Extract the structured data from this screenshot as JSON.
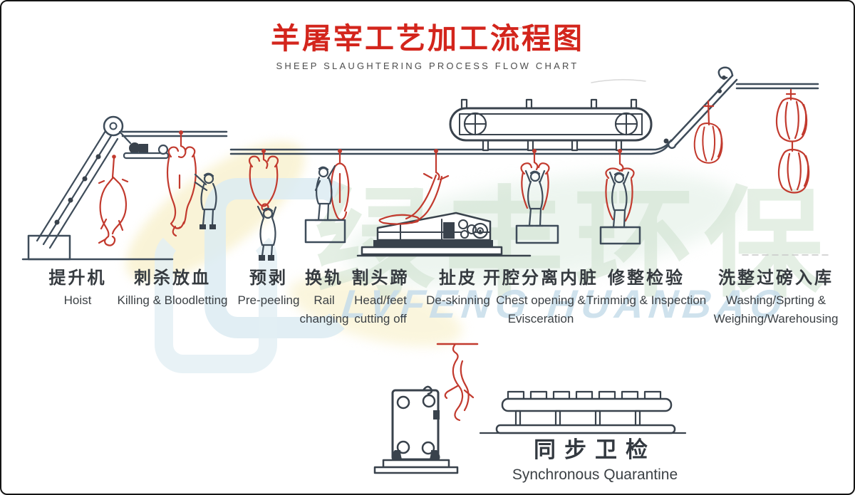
{
  "title": {
    "zh": "羊屠宰工艺加工流程图",
    "en": "SHEEP SLAUGHTERING PROCESS FLOW CHART"
  },
  "stations": [
    {
      "zh": "提升机",
      "en": "Hoist"
    },
    {
      "zh": "刺杀放血",
      "en": "Killing & Bloodletting"
    },
    {
      "zh": "预剥",
      "en": "Pre-peeling"
    },
    {
      "zh": "换轨",
      "en": "Rail\nchanging"
    },
    {
      "zh": "割头蹄",
      "en": "Head/feet\ncutting off"
    },
    {
      "zh": "扯皮",
      "en": "De-skinning"
    },
    {
      "zh": "开腔分离内脏",
      "en": "Chest opening &\nEvisceration"
    },
    {
      "zh": "修整检验",
      "en": "Trimming & Inspection"
    },
    {
      "zh": "洗整过磅入库",
      "en": "Washing/Sprting &\nWeighing/Warehousing"
    }
  ],
  "sync_station": {
    "zh": "同步卫检",
    "en": "Synchronous Quarantine"
  },
  "watermark": {
    "zh": "绿丰环保",
    "en": "LVFENG HUANBAO"
  },
  "colors": {
    "title_red": "#d3251c",
    "label_text": "#363b40",
    "line_art_dark": "#3e4c5a",
    "line_art_red": "#c23a2e",
    "watermark_green": "#cfe2cf",
    "watermark_blue": "#c7ddeb"
  }
}
